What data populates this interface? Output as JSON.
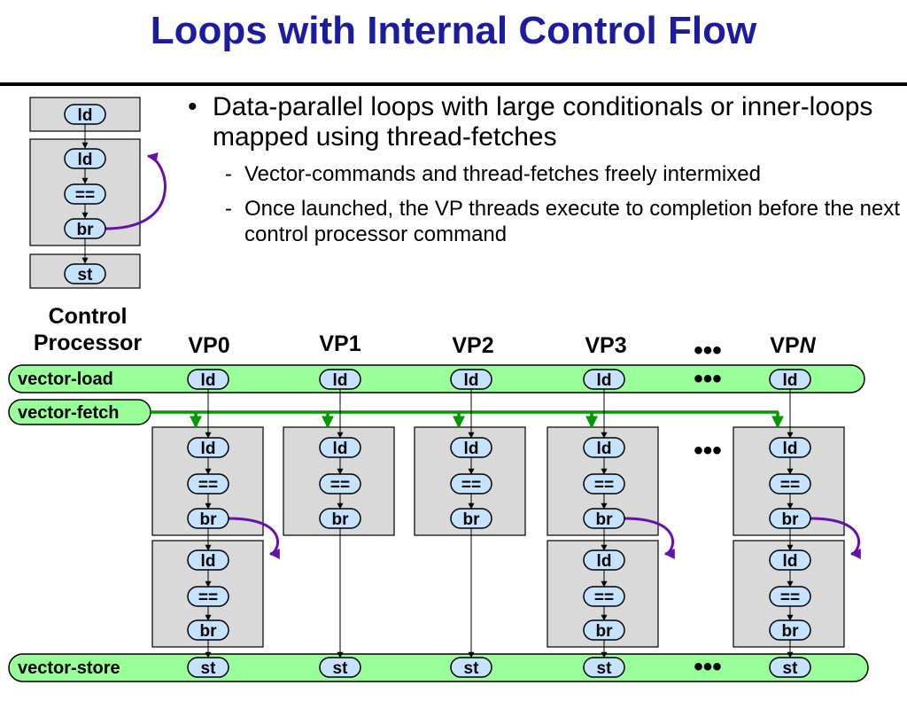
{
  "title": "Loops with Internal Control Flow",
  "bullets": {
    "main": "Data-parallel loops with large conditionals or inner-loops mapped using thread-fetches",
    "sub": [
      "Vector-commands and thread-fetches freely intermixed",
      "Once launched, the VP threads execute to completion before the next control processor command"
    ]
  },
  "labels": {
    "control_processor_line1": "Control",
    "control_processor_line2": "Processor",
    "vp": [
      "VP0",
      "VP1",
      "VP2",
      "VP3"
    ],
    "vpn_prefix": "VP",
    "vpn_suffix": "N",
    "ellipsis": "•••"
  },
  "bars": {
    "vector_load": "vector-load",
    "vector_fetch": "vector-fetch",
    "vector_store": "vector-store"
  },
  "ops": {
    "ld": "ld",
    "eq": "==",
    "br": "br",
    "st": "st"
  },
  "lane_iterations": [
    2,
    1,
    1,
    2,
    2
  ],
  "colors": {
    "title": "#1c1c9e",
    "bar_fill": "#99ff99",
    "pill_fill": "#c5e3ff",
    "box_fill": "#d9d9d9",
    "fetch_arrow": "#009900",
    "loop_arrow": "#6611aa"
  }
}
